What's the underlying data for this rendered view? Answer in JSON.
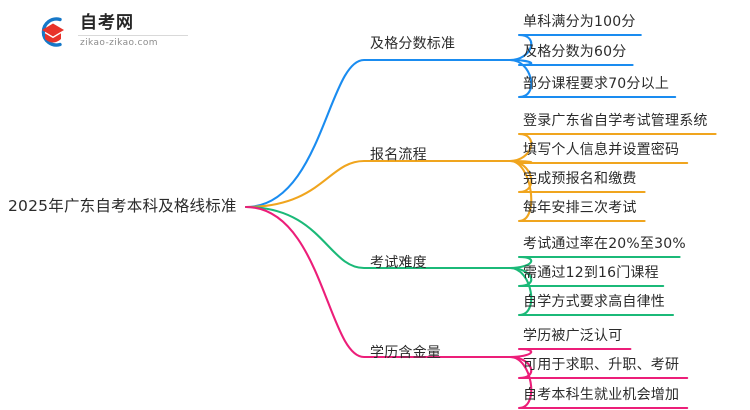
{
  "logo": {
    "name": "zikao-logo",
    "cn_text": "自考网",
    "domain_text": "zikao-zikao.com",
    "mark_ring_color": "#1678c8",
    "mark_cap_color": "#e8332a"
  },
  "mindmap": {
    "root": {
      "label": "2025年广东自考本科及格线标准"
    },
    "branches": [
      {
        "label": "及格分数标准",
        "color": "#1a8cf0",
        "children": [
          {
            "label": "单科满分为100分"
          },
          {
            "label": "及格分数为60分"
          },
          {
            "label": "部分课程要求70分以上"
          }
        ]
      },
      {
        "label": "报名流程",
        "color": "#f0a51e",
        "children": [
          {
            "label": "登录广东省自学考试管理系统"
          },
          {
            "label": "填写个人信息并设置密码"
          },
          {
            "label": "完成预报名和缴费"
          },
          {
            "label": "每年安排三次考试"
          }
        ]
      },
      {
        "label": "考试难度",
        "color": "#1bb978",
        "children": [
          {
            "label": "考试通过率在20%至30%"
          },
          {
            "label": "需通过12到16门课程"
          },
          {
            "label": "自学方式要求高自律性"
          }
        ]
      },
      {
        "label": "学历含金量",
        "color": "#ec1e79",
        "children": [
          {
            "label": "学历被广泛认可"
          },
          {
            "label": "可用于求职、升职、考研"
          },
          {
            "label": "自考本科生就业机会增加"
          }
        ]
      }
    ]
  }
}
